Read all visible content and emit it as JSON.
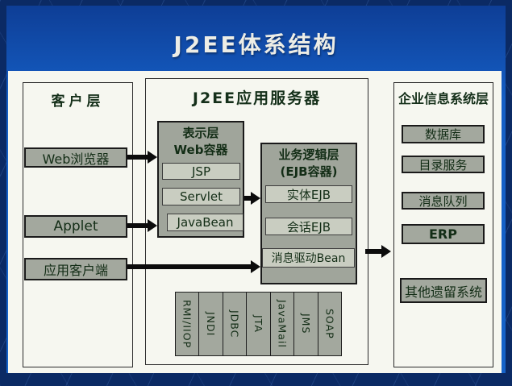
{
  "title": "J2EE体系结构",
  "colors": {
    "background_navy": "#0B2A64",
    "band_blue": "#1563C9",
    "canvas_white": "#F6F7F0",
    "box_gray": "#A3A89E",
    "inner_box_gray": "#C9CDC1",
    "text_dark_green": "#132D16",
    "title_white": "#EDEDE6",
    "arrow_black": "#0C0C0C"
  },
  "layers": {
    "client": {
      "header": "客户层",
      "boxes": [
        "Web浏览器",
        "Applet",
        "应用客户端"
      ]
    },
    "server": {
      "header": "J2EE应用服务器",
      "web_container": {
        "line1": "表示层",
        "line2": "Web容器",
        "items": [
          "JSP",
          "Servlet",
          "JavaBean"
        ]
      },
      "ejb_container": {
        "line1": "业务逻辑层",
        "line2": "(EJB容器)",
        "items": [
          "实体EJB",
          "会话EJB",
          "消息驱动Bean"
        ]
      },
      "apis": [
        "RMI/IIOP",
        "JNDI",
        "JDBC",
        "JTA",
        "JavaMail",
        "JMS",
        "SOAP"
      ]
    },
    "eis": {
      "header": "企业信息系统层",
      "boxes": [
        "数据库",
        "目录服务",
        "消息队列",
        "ERP",
        "其他遗留系统"
      ]
    }
  }
}
